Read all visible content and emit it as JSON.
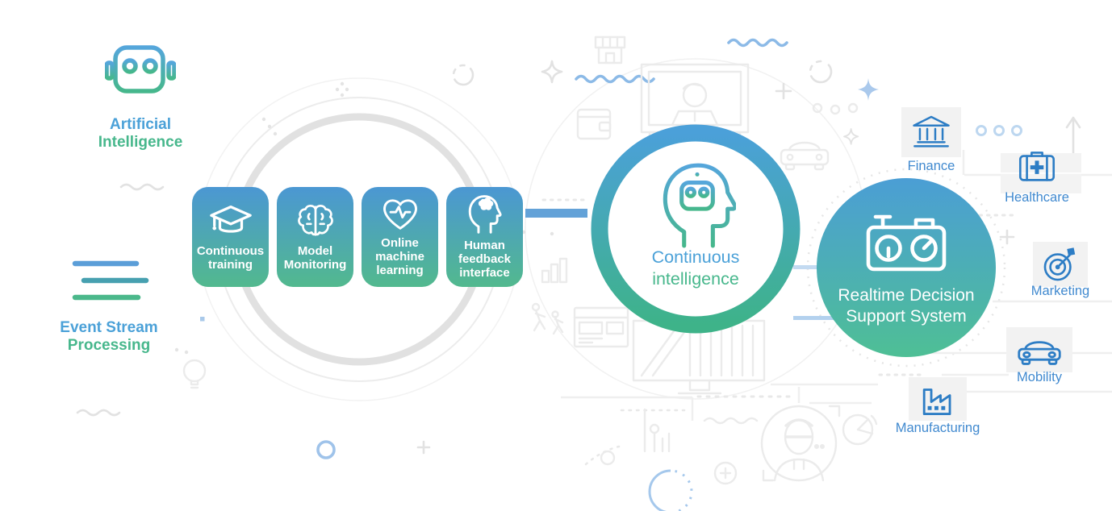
{
  "left_panel": {
    "ai": {
      "line1": "Artificial",
      "line2": "Intelligence"
    },
    "esp": {
      "line1": "Event Stream",
      "line2": "Processing"
    }
  },
  "pipeline_cards": [
    {
      "icon": "graduation-cap-icon",
      "line1": "Continuous",
      "line2": "training",
      "line3": ""
    },
    {
      "icon": "brain-icon",
      "line1": "Model",
      "line2": "Monitoring",
      "line3": ""
    },
    {
      "icon": "heart-pulse-icon",
      "line1": "Online",
      "line2": "machine",
      "line3": "learning"
    },
    {
      "icon": "head-brain-icon",
      "line1": "Human",
      "line2": "feedback",
      "line3": "interface"
    }
  ],
  "center_circle": {
    "line1": "Continuous",
    "line2": "intelligence"
  },
  "decision_circle": {
    "line1": "Realtime Decision",
    "line2": "Support System"
  },
  "industries": [
    {
      "label": "Finance",
      "icon": "bank-icon"
    },
    {
      "label": "Healthcare",
      "icon": "medical-case-icon"
    },
    {
      "label": "Marketing",
      "icon": "target-dart-icon"
    },
    {
      "label": "Mobility",
      "icon": "car-icon"
    },
    {
      "label": "Manufacturing",
      "icon": "factory-icon"
    }
  ],
  "colors": {
    "accent_blue": "#4ba1d8",
    "accent_green": "#47b78c",
    "industry_icon_blue": "#2d7dc5",
    "industry_label_blue": "#4089cf",
    "card_gradient_top": "#4b97d3",
    "card_gradient_bottom": "#52b98e",
    "connector_blue": "#63a2d8"
  }
}
